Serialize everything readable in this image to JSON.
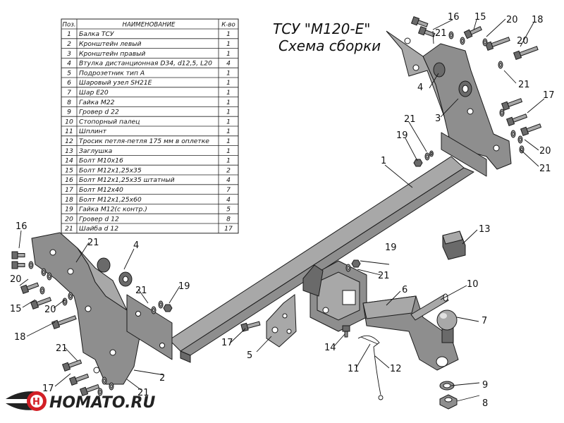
{
  "title": {
    "line1": "ТСУ \"M120-E\"",
    "line2": "Схема сборки"
  },
  "table": {
    "headers": {
      "pos": "Поз.",
      "name": "НАИМЕНОВАНИЕ",
      "qty": "К-во"
    },
    "rows": [
      {
        "pos": "1",
        "name": "Балка ТСУ",
        "qty": "1"
      },
      {
        "pos": "2",
        "name": "Кронштейн левый",
        "qty": "1"
      },
      {
        "pos": "3",
        "name": "Кронштейн правый",
        "qty": "1"
      },
      {
        "pos": "4",
        "name": "Втулка дистанционная D34, d12,5, L20",
        "qty": "4"
      },
      {
        "pos": "5",
        "name": "Подрозетник тип А",
        "qty": "1"
      },
      {
        "pos": "6",
        "name": "Шаровый узел SH21E",
        "qty": "1"
      },
      {
        "pos": "7",
        "name": "Шар Е20",
        "qty": "1"
      },
      {
        "pos": "8",
        "name": "Гайка М22",
        "qty": "1"
      },
      {
        "pos": "9",
        "name": "Гровер d 22",
        "qty": "1"
      },
      {
        "pos": "10",
        "name": "Стопорный палец",
        "qty": "1"
      },
      {
        "pos": "11",
        "name": "Шплинт",
        "qty": "1"
      },
      {
        "pos": "12",
        "name": "Тросик петля-петля 175 мм в оплетке",
        "qty": "1"
      },
      {
        "pos": "13",
        "name": "Заглушка",
        "qty": "1"
      },
      {
        "pos": "14",
        "name": "Болт М10х16",
        "qty": "1"
      },
      {
        "pos": "15",
        "name": "Болт М12х1,25х35",
        "qty": "2"
      },
      {
        "pos": "16",
        "name": "Болт М12х1,25х35 штатный",
        "qty": "4"
      },
      {
        "pos": "17",
        "name": "Болт М12х40",
        "qty": "7"
      },
      {
        "pos": "18",
        "name": "Болт М12х1,25х60",
        "qty": "4"
      },
      {
        "pos": "19",
        "name": "Гайка М12(с контр.)",
        "qty": "5"
      },
      {
        "pos": "20",
        "name": "Гровер d 12",
        "qty": "8"
      },
      {
        "pos": "21",
        "name": "Шайба d 12",
        "qty": "17"
      }
    ]
  },
  "callouts": {
    "c1": "1",
    "c2": "2",
    "c3": "3",
    "c4a": "4",
    "c4b": "4",
    "c5": "5",
    "c6": "6",
    "c7": "7",
    "c8": "8",
    "c9": "9",
    "c10": "10",
    "c11": "11",
    "c12": "12",
    "c13": "13",
    "c14": "14",
    "c15a": "15",
    "c15b": "15",
    "c16a": "16",
    "c16b": "16",
    "c17a": "17",
    "c17b": "17",
    "c17c": "17",
    "c18a": "18",
    "c18b": "18",
    "c19a": "19",
    "c19b": "19",
    "c19c": "19",
    "c20a": "20",
    "c20b": "20",
    "c20c": "20",
    "c20d": "20",
    "c20e": "20",
    "c21a": "21",
    "c21b": "21",
    "c21c": "21",
    "c21d": "21",
    "c21e": "21",
    "c21f": "21",
    "c21g": "21",
    "c21h": "21",
    "c21i": "21"
  },
  "brand": {
    "logo_text": "HOMATO.RU"
  },
  "colors": {
    "steel": "#8e8e8e",
    "logo_red": "#d21f26",
    "ink": "#111111"
  }
}
